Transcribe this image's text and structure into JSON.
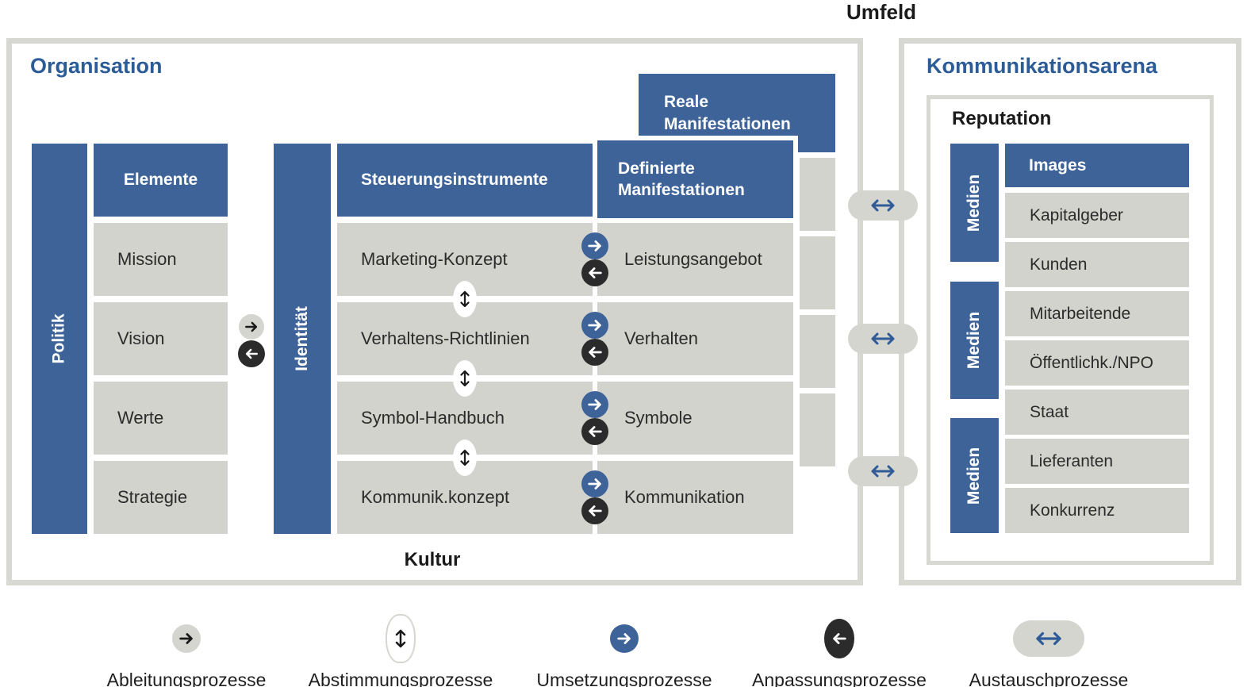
{
  "umfeld_label": "Umfeld",
  "organisation": {
    "title": "Organisation",
    "politik_label": "Politik",
    "identitaet_label": "Identität",
    "kultur_label": "Kultur",
    "elemente": {
      "header": "Elemente",
      "rows": [
        "Mission",
        "Vision",
        "Werte",
        "Strategie"
      ]
    },
    "steuerungsinstrumente": {
      "header": "Steuerungsinstrumente",
      "rows": [
        "Marketing-Konzept",
        "Verhaltens-Richtlinien",
        "Symbol-Handbuch",
        "Kommunik.konzept"
      ]
    },
    "definierte_manifestationen": {
      "header": "Definierte Manifestationen",
      "rows": [
        "Leistungsangebot",
        "Verhalten",
        "Symbole",
        "Kommunikation"
      ]
    },
    "reale_manifestationen": {
      "header": "Reale Manifestationen"
    }
  },
  "kommunikationsarena": {
    "title": "Kommunikationsarena",
    "reputation_label": "Reputation",
    "medien_labels": [
      "Medien",
      "Medien",
      "Medien"
    ],
    "images_header": "Images",
    "stakeholder_rows": [
      "Kapitalgeber",
      "Kunden",
      "Mitarbeitende",
      "Öffentlichk./NPO",
      "Staat",
      "Lieferanten",
      "Konkurrenz"
    ]
  },
  "legend": {
    "items": [
      {
        "icon": "ableitungsprozesse-icon",
        "label": "Ableitungsprozesse"
      },
      {
        "icon": "abstimmungsprozesse-icon",
        "label": "Abstimmungsprozesse"
      },
      {
        "icon": "umsetzungsprozesse-icon",
        "label": "Umsetzungsprozesse"
      },
      {
        "icon": "anpassungsprozesse-icon",
        "label": "Anpassungsprozesse"
      },
      {
        "icon": "austauschprozesse-icon",
        "label": "Austauschprozesse"
      }
    ]
  },
  "colors": {
    "box_blue": "#3e6399",
    "title_blue": "#2b5c97",
    "row_gray": "#d3d3cd",
    "border_gray": "#d8d8d2",
    "pill_gray": "#d5d5d0",
    "dark": "#2b2b2b",
    "arrow_blue": "#2f5b96"
  }
}
